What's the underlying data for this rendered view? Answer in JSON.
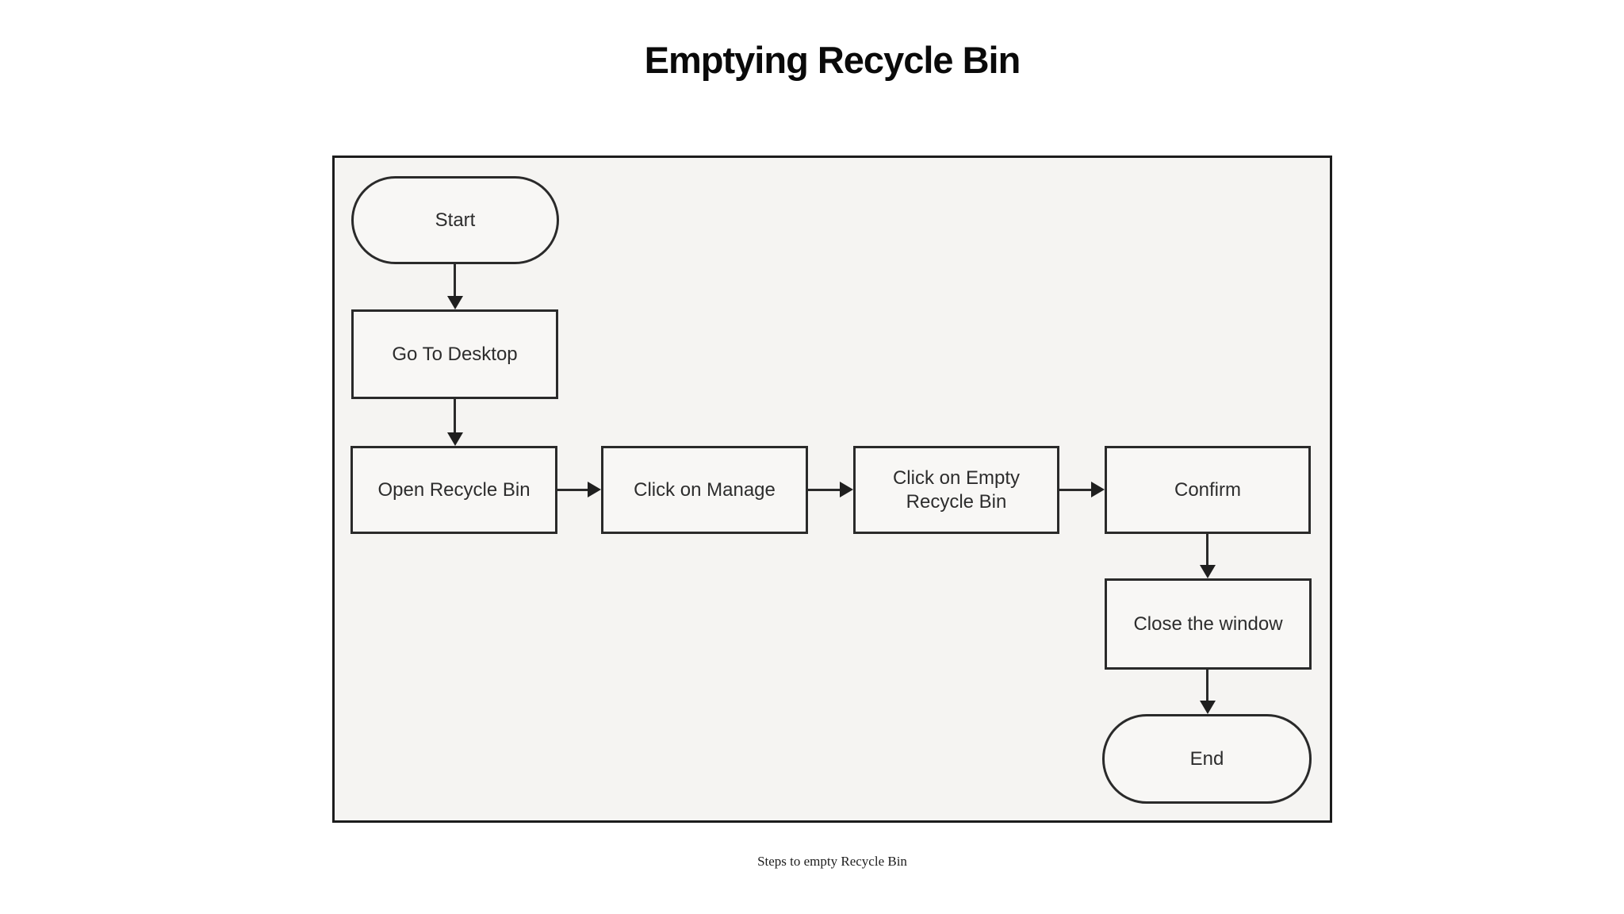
{
  "title": "Emptying Recycle Bin",
  "caption": "Steps to empty Recycle Bin",
  "diagram": {
    "type": "flowchart",
    "nodes": {
      "start": {
        "label": "Start",
        "shape": "terminator"
      },
      "go_to_desktop": {
        "label": "Go To Desktop",
        "shape": "process"
      },
      "open_recycle_bin": {
        "label": "Open Recycle Bin",
        "shape": "process"
      },
      "click_on_manage": {
        "label": "Click on Manage",
        "shape": "process"
      },
      "click_on_empty": {
        "label": "Click on Empty Recycle Bin",
        "shape": "process"
      },
      "confirm": {
        "label": "Confirm",
        "shape": "process"
      },
      "close_window": {
        "label": "Close the window",
        "shape": "process"
      },
      "end": {
        "label": "End",
        "shape": "terminator"
      }
    },
    "edges": [
      {
        "from": "start",
        "to": "go_to_desktop",
        "direction": "down"
      },
      {
        "from": "go_to_desktop",
        "to": "open_recycle_bin",
        "direction": "down"
      },
      {
        "from": "open_recycle_bin",
        "to": "click_on_manage",
        "direction": "right"
      },
      {
        "from": "click_on_manage",
        "to": "click_on_empty",
        "direction": "right"
      },
      {
        "from": "click_on_empty",
        "to": "confirm",
        "direction": "right"
      },
      {
        "from": "confirm",
        "to": "close_window",
        "direction": "down"
      },
      {
        "from": "close_window",
        "to": "end",
        "direction": "down"
      }
    ],
    "colors": {
      "stroke": "#2a2a2a",
      "container_border": "#1c1c1c",
      "node_fill": "#f8f7f5",
      "canvas_fill": "#f5f4f2",
      "page_background": "#ffffff",
      "title_color": "#0a0a0a",
      "label_color": "#2d2d2d"
    }
  }
}
